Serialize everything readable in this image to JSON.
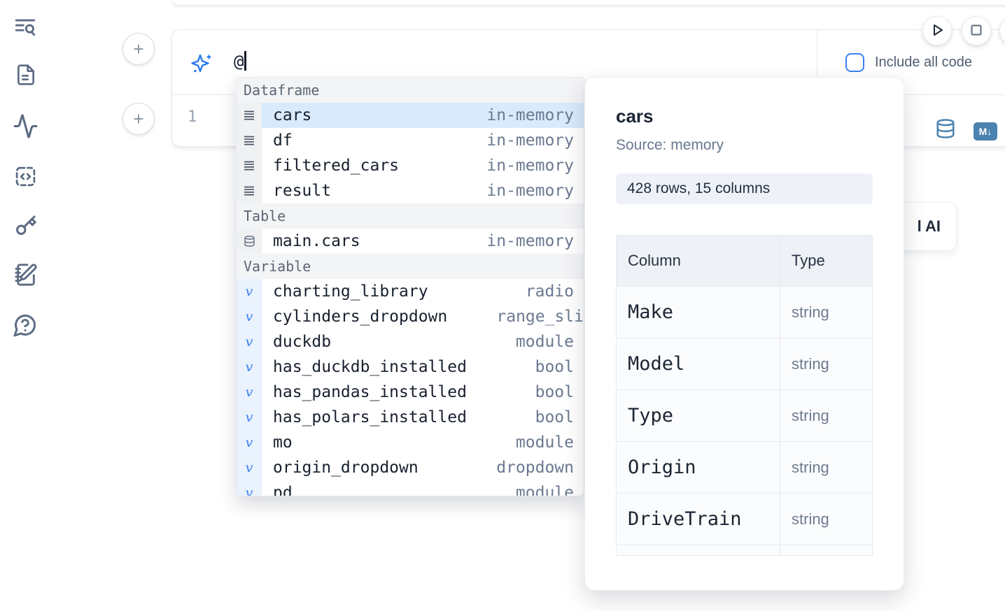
{
  "colors": {
    "accent_blue": "#3b82f6",
    "steel_blue": "#4a82b0",
    "selected_row_bg": "#d8eafc",
    "sidebar_icon": "#5c6b83"
  },
  "sidebar": {
    "icons": [
      "text-search",
      "file-document",
      "activity",
      "code-snippets",
      "key",
      "scratchpad-notebook",
      "help-chat"
    ]
  },
  "ai_input": {
    "text": "@",
    "include_all_code_label": "Include all code"
  },
  "editor": {
    "line_number": "1",
    "markdown_badge": "M↓"
  },
  "ai_card": {
    "visible_label": "l AI"
  },
  "autocomplete": {
    "sections": [
      {
        "label": "Dataframe",
        "items": [
          {
            "name": "cars",
            "type": "in-memory"
          },
          {
            "name": "df",
            "type": "in-memory"
          },
          {
            "name": "filtered_cars",
            "type": "in-memory"
          },
          {
            "name": "result",
            "type": "in-memory"
          }
        ]
      },
      {
        "label": "Table",
        "items": [
          {
            "name": "main.cars",
            "type": "in-memory"
          }
        ]
      },
      {
        "label": "Variable",
        "items": [
          {
            "name": "charting_library",
            "type": "radio"
          },
          {
            "name": "cylinders_dropdown",
            "type": "range_sli"
          },
          {
            "name": "duckdb",
            "type": "module"
          },
          {
            "name": "has_duckdb_installed",
            "type": "bool"
          },
          {
            "name": "has_pandas_installed",
            "type": "bool"
          },
          {
            "name": "has_polars_installed",
            "type": "bool"
          },
          {
            "name": "mo",
            "type": "module"
          },
          {
            "name": "origin_dropdown",
            "type": "dropdown"
          },
          {
            "name": "pd",
            "type": "module"
          }
        ]
      }
    ]
  },
  "preview_panel": {
    "title": "cars",
    "source": "Source: memory",
    "shape_badge": "428 rows, 15 columns",
    "table": {
      "headers": [
        "Column",
        "Type"
      ],
      "rows": [
        [
          "Make",
          "string"
        ],
        [
          "Model",
          "string"
        ],
        [
          "Type",
          "string"
        ],
        [
          "Origin",
          "string"
        ],
        [
          "DriveTrain",
          "string"
        ]
      ]
    }
  }
}
